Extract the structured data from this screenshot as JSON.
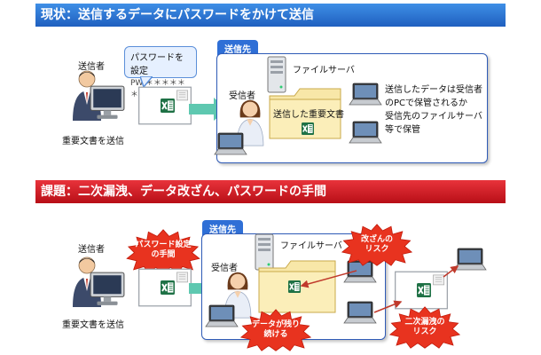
{
  "section1": {
    "header": "現状：送信するデータにパスワードをかけて送信",
    "sender_label": "送信者",
    "sender_caption": "重要文書を送信",
    "bubble_title": "パスワードを設定",
    "bubble_pw": "PW:＊＊＊＊＊＊",
    "dest_tag": "送信先",
    "file_server": "ファイルサーバ",
    "receiver_label": "受信者",
    "folder_label": "送信した重要文書",
    "note_line1": "送信したデータは受信者",
    "note_line2": "のPCで保管されるか",
    "note_line3": "受信先のファイルサーバ",
    "note_line4": "等で保管"
  },
  "section2": {
    "header": "課題：二次漏洩、データ改ざん、パスワードの手間",
    "sender_label": "送信者",
    "sender_caption": "重要文書を送信",
    "dest_tag": "送信先",
    "file_server": "ファイルサーバ",
    "receiver_label": "受信者",
    "burst_pw_1": "パスワード設定",
    "burst_pw_2": "の手間",
    "burst_tamper_1": "改ざんの",
    "burst_tamper_2": "リスク",
    "burst_remain_1": "データが残り",
    "burst_remain_2": "続ける",
    "burst_leak_1": "二次漏洩の",
    "burst_leak_2": "リスク"
  },
  "colors": {
    "blue_header": "#1f5fbf",
    "red_header": "#b80f17",
    "arrow_teal": "#5ec8b0",
    "burst_red": "#e8331f",
    "box_border": "#2f5bb7"
  }
}
